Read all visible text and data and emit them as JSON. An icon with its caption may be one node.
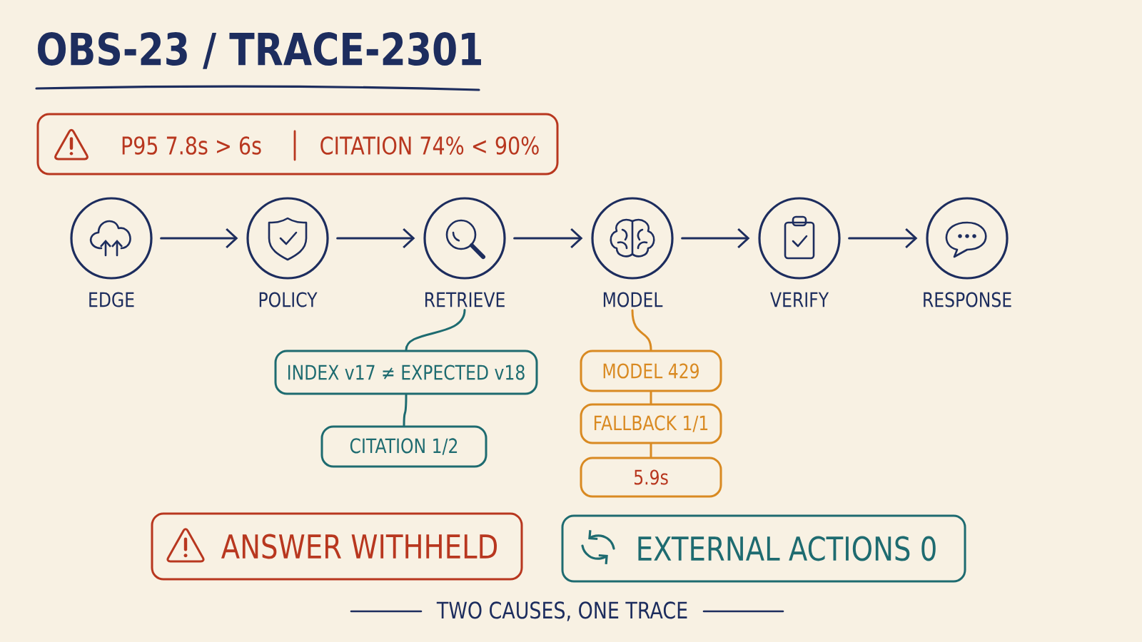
{
  "diagram": {
    "title": "OBS-23 / TRACE-2301",
    "caption": "TWO CAUSES, ONE TRACE",
    "nodes": [
      {
        "text": [
          "P95 7.8s > 6s",
          "CITATION 74% < 90%"
        ]
      },
      {
        "text": [
          "EDGE"
        ]
      },
      {
        "text": [
          "POLICY"
        ]
      },
      {
        "text": [
          "RETRIEVE"
        ]
      },
      {
        "text": [
          "MODEL"
        ]
      },
      {
        "text": [
          "VERIFY"
        ]
      },
      {
        "text": [
          "RESPONSE"
        ]
      },
      {
        "text": [
          "INDEX v17 ≠ EXPECTED v18"
        ]
      },
      {
        "text": [
          "CITATION 1/2"
        ]
      },
      {
        "text": [
          "MODEL 429"
        ]
      },
      {
        "text": [
          "FALLBACK 1/1"
        ]
      },
      {
        "text": [
          "5.9s"
        ]
      },
      {
        "text": [
          "ANSWER WITHHELD"
        ]
      },
      {
        "text": [
          "EXTERNAL ACTIONS 0"
        ]
      }
    ],
    "edges": [
      {
        "from": 1,
        "to": 2,
        "arrow": "to"
      },
      {
        "from": 2,
        "to": 3,
        "arrow": "to"
      },
      {
        "from": 3,
        "to": 4,
        "arrow": "to"
      },
      {
        "from": 4,
        "to": 5,
        "arrow": "to"
      },
      {
        "from": 5,
        "to": 6,
        "arrow": "to"
      },
      {
        "from": 3,
        "to": 7,
        "arrow": "none",
        "color": "#1e6b70"
      },
      {
        "from": 7,
        "to": 8,
        "arrow": "none",
        "color": "#1e6b70"
      },
      {
        "from": 4,
        "to": 9,
        "arrow": "none",
        "color": "#d98a22"
      },
      {
        "from": 9,
        "to": 10,
        "arrow": "none",
        "color": "#d98a22"
      },
      {
        "from": 10,
        "to": 11,
        "arrow": "none",
        "color": "#d98a22"
      }
    ]
  }
}
